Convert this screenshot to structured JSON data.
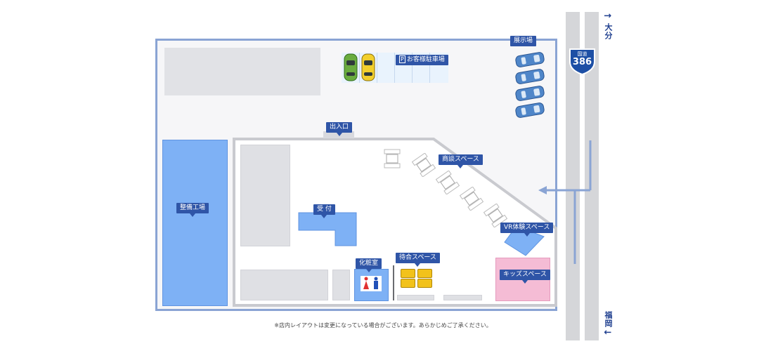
{
  "road": {
    "route_name": "国道",
    "route_number": "386",
    "north_label": "大分",
    "south_label": "福岡",
    "north_arrow": "↑",
    "south_arrow": "↓"
  },
  "labels": {
    "showroom_lot": "展示場",
    "customer_parking_p": "P",
    "customer_parking": "お客様駐車場",
    "entrance": "出入口",
    "workshop": "整備工場",
    "reception": "受 付",
    "meeting_space": "商談スペース",
    "vr_space": "VR体験スペース",
    "restroom": "化粧室",
    "waiting_space": "待合スペース",
    "kids_space": "キッズスペース"
  },
  "note": "※店内レイアウトは変更になっている場合がございます。あらかじめご了承ください。",
  "colors": {
    "accent": "#2f55a7",
    "area_blue": "#7eb1f5",
    "kids_pink": "#f5bcd5",
    "road_gray": "#d5d6d9",
    "route_sign": "#1d4fa5"
  }
}
